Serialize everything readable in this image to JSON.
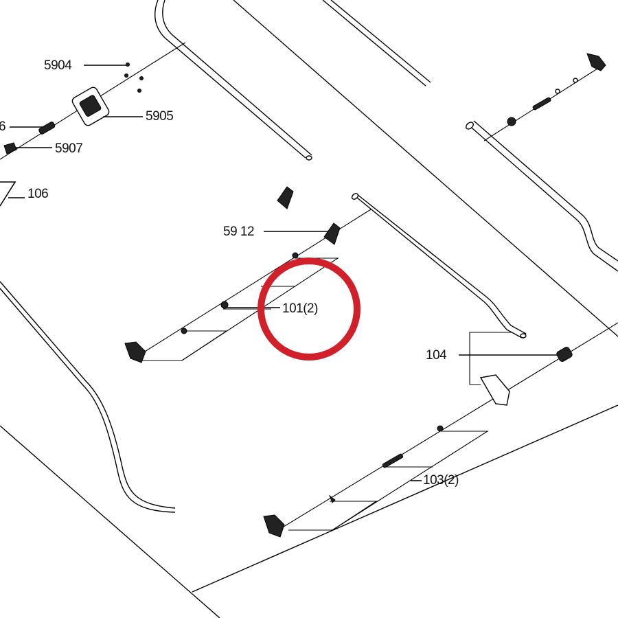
{
  "labels": {
    "p5904": "5904",
    "p5905": "5905",
    "p5906": "6",
    "p5907": "5907",
    "p106": "106",
    "p5912": "59 12",
    "p101": "101(2)",
    "p104": "104",
    "p103": "103(2)"
  },
  "colors": {
    "line": "#000000",
    "highlight_circle": "#d1202a",
    "background": "#ffffff"
  }
}
